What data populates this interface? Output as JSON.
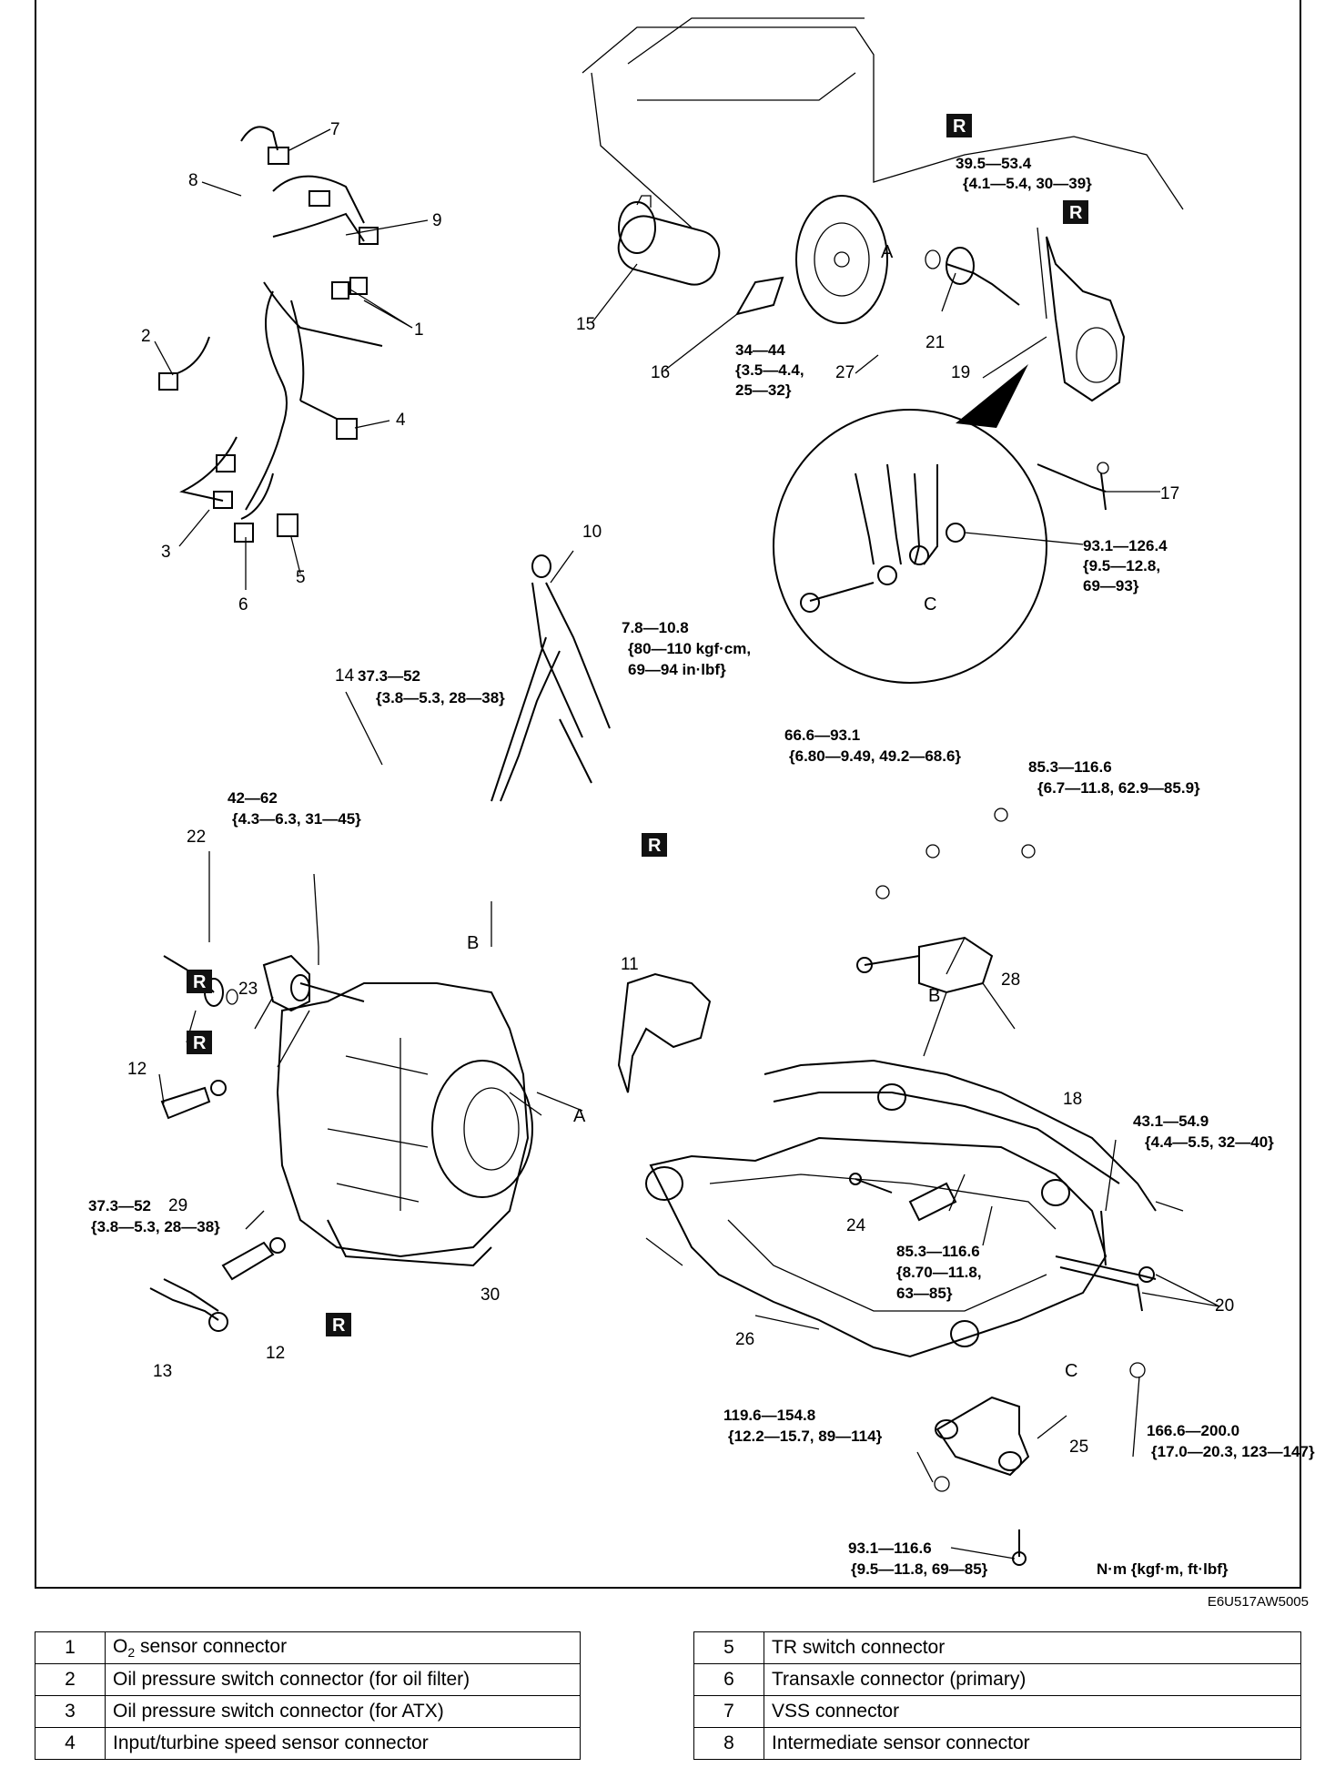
{
  "figure_code": "E6U517AW5005",
  "units_label": "N·m {kgf·m, ft·lbf}",
  "callouts": [
    "1",
    "2",
    "3",
    "4",
    "5",
    "6",
    "7",
    "8",
    "9",
    "10",
    "11",
    "12",
    "12",
    "13",
    "14",
    "15",
    "16",
    "17",
    "18",
    "19",
    "20",
    "21",
    "22",
    "23",
    "24",
    "25",
    "26",
    "27",
    "28",
    "29",
    "30"
  ],
  "letters": {
    "a1": "A",
    "a2": "A",
    "b1": "B",
    "b2": "B",
    "c1": "C",
    "c2": "C"
  },
  "r_mark": "R",
  "torques": {
    "t21": [
      "39.5—53.4",
      "{4.1—5.4, 30—39}"
    ],
    "t27": [
      "34—44",
      "{3.5—4.4,",
      "25—32}"
    ],
    "t_c": [
      "93.1—126.4",
      "{9.5—12.8,",
      "69—93}"
    ],
    "t10": [
      "7.8—10.8",
      "{80—110 kgf·cm,",
      "69—94 in·lbf}"
    ],
    "t14": [
      "37.3—52",
      "{3.8—5.3, 28—38}"
    ],
    "t_mount": [
      "66.6—93.1",
      "{6.80—9.49, 49.2—68.6}"
    ],
    "t_mount2": [
      "85.3—116.6",
      "{6.7—11.8, 62.9—85.9}"
    ],
    "t23": [
      "42—62",
      "{4.3—6.3, 31—45}"
    ],
    "t18": [
      "43.1—54.9",
      "{4.4—5.5, 32—40}"
    ],
    "t29": [
      "37.3—52",
      "{3.8—5.3, 28—38}"
    ],
    "t24": [
      "85.3—116.6",
      "{8.70—11.8,",
      "63—85}"
    ],
    "t25a": [
      "119.6—154.8",
      "{12.2—15.7, 89—114}"
    ],
    "t25b": [
      "166.6—200.0",
      "{17.0—20.3, 123—147}"
    ],
    "t25c": [
      "93.1—116.6",
      "{9.5—11.8, 69—85}"
    ]
  },
  "legend_left": [
    {
      "num": "1",
      "label_main": "O",
      "label_sub": "2",
      "label_rest": " sensor connector"
    },
    {
      "num": "2",
      "label_main": "Oil pressure switch connector (for oil filter)",
      "label_sub": "",
      "label_rest": ""
    },
    {
      "num": "3",
      "label_main": "Oil pressure switch connector (for ATX)",
      "label_sub": "",
      "label_rest": ""
    },
    {
      "num": "4",
      "label_main": "Input/turbine speed sensor connector",
      "label_sub": "",
      "label_rest": ""
    }
  ],
  "legend_right": [
    {
      "num": "5",
      "label": "TR switch connector"
    },
    {
      "num": "6",
      "label": "Transaxle connector (primary)"
    },
    {
      "num": "7",
      "label": "VSS connector"
    },
    {
      "num": "8",
      "label": "Intermediate sensor connector"
    }
  ]
}
